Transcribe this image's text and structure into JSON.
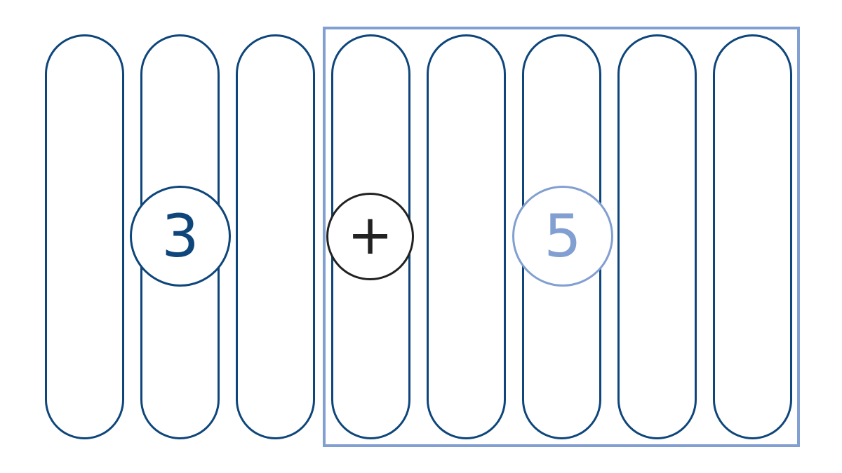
{
  "diagram": {
    "left_count": {
      "label": "3",
      "color": "#0e467b"
    },
    "operator": {
      "label": "+",
      "color": "#222222"
    },
    "right_count": {
      "label": "5",
      "color": "#819fd1"
    },
    "total_bars": 8,
    "grouped_bars": 5,
    "colors": {
      "bar_outline": "#0e467b",
      "group_outline": "#819fd1",
      "background": "#ffffff"
    }
  }
}
